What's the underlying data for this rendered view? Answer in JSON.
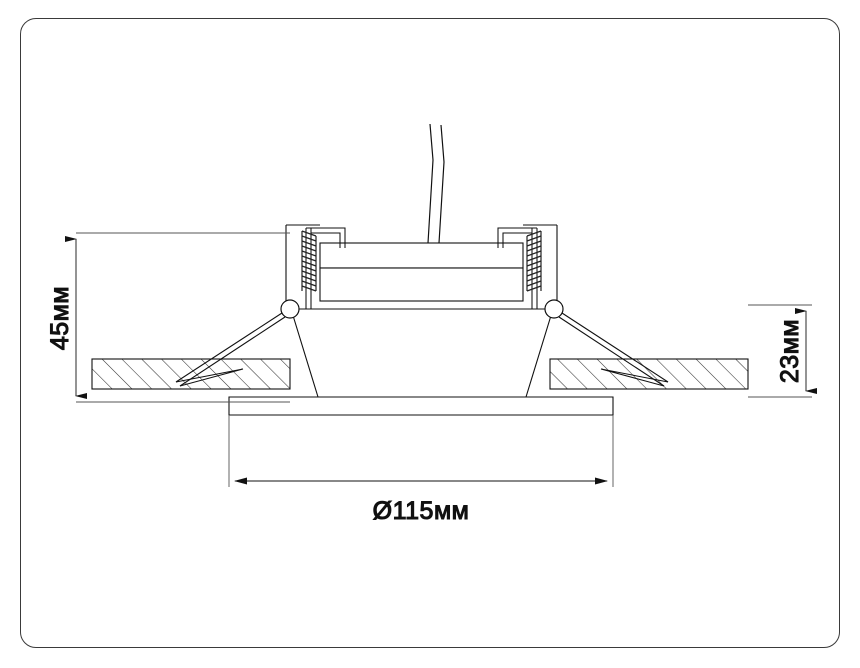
{
  "drawing": {
    "type": "technical-cross-section",
    "subject": "recessed-ceiling-downlight",
    "units": "mm",
    "background_color": "#ffffff",
    "line_color": "#111111",
    "border_color": "#3a3a3a",
    "hatch_color": "#333333"
  },
  "dimensions": {
    "height_overall": {
      "label": "45мм",
      "orientation": "vertical",
      "position": "left",
      "value": 45
    },
    "depth_below_ceiling": {
      "label": "23мм",
      "orientation": "vertical",
      "position": "right",
      "value": 23
    },
    "outer_diameter": {
      "label": "Ø115мм",
      "orientation": "horizontal",
      "position": "bottom",
      "value": 115
    }
  },
  "parts": {
    "cable": "power-cable",
    "housing": "lamp-housing-body",
    "springs": [
      "left-mounting-spring",
      "right-mounting-spring"
    ],
    "pivots": [
      "left-pivot-point",
      "right-pivot-point"
    ],
    "arms": [
      "left-spring-arm",
      "right-spring-arm"
    ],
    "ceiling": [
      "left-ceiling-slab",
      "right-ceiling-slab"
    ],
    "trim": "trim-bezel-flange"
  }
}
